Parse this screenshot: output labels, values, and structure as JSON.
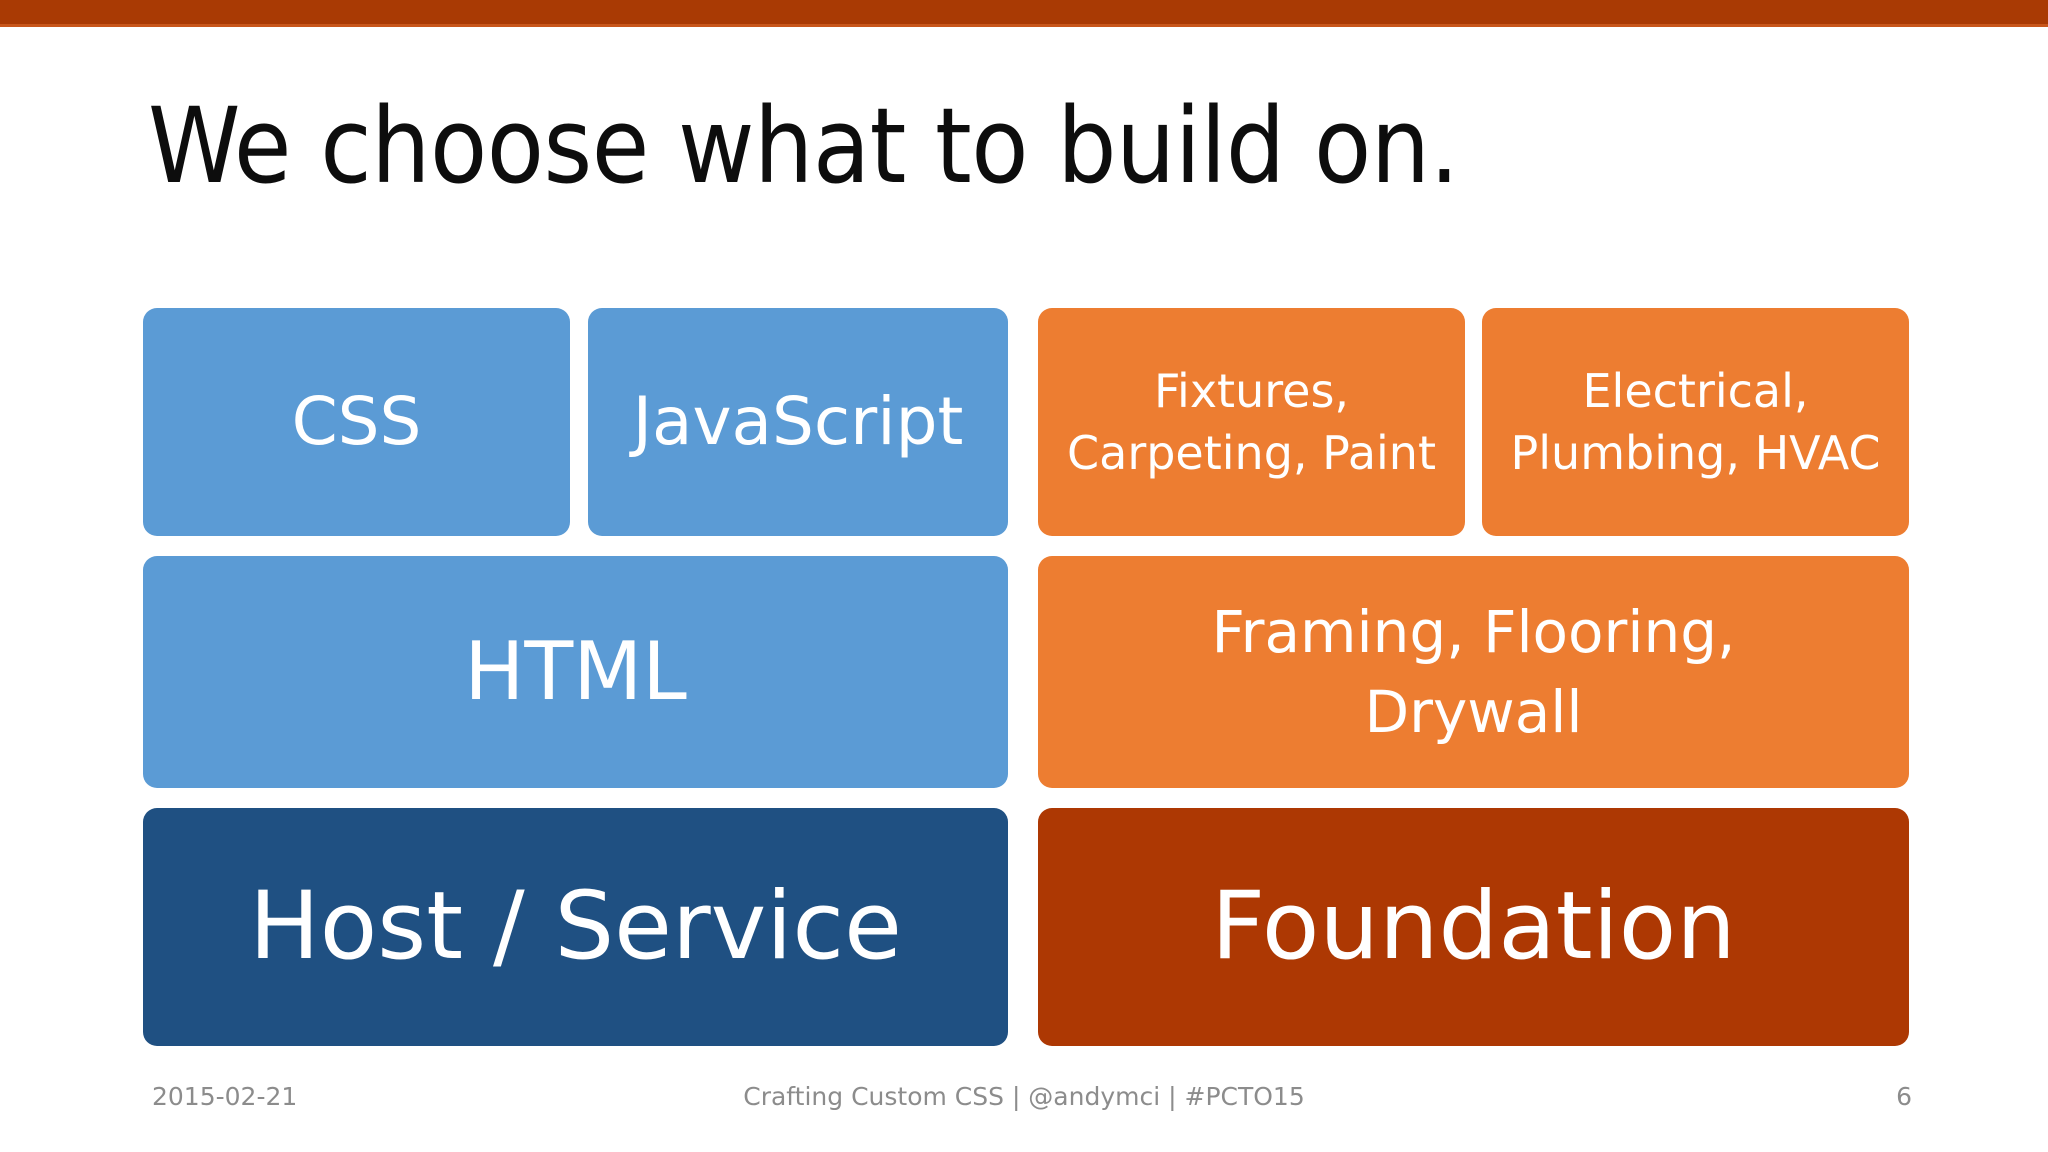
{
  "slide": {
    "title": "We choose what to build on.",
    "accent_bar_color": "#A93A04"
  },
  "colors": {
    "light_blue": "#5B9BD5",
    "dark_blue": "#1F5082",
    "light_orange": "#ED7D31",
    "dark_orange": "#AD3803",
    "title_text": "#0D0D0D",
    "footer_text": "#8C8C8C",
    "box_text": "#FFFFFF"
  },
  "stacks": {
    "web": {
      "row1": [
        {
          "label": "CSS"
        },
        {
          "label": "JavaScript"
        }
      ],
      "row2": {
        "label": "HTML"
      },
      "row3": {
        "label": "Host / Service"
      }
    },
    "building": {
      "row1": [
        {
          "label": "Fixtures,\nCarpeting, Paint"
        },
        {
          "label": "Electrical,\nPlumbing, HVAC"
        }
      ],
      "row2": {
        "label": "Framing, Flooring,\nDrywall"
      },
      "row3": {
        "label": "Foundation"
      }
    }
  },
  "footer": {
    "date": "2015-02-21",
    "center": "Crafting Custom CSS | @andymci | #PCTO15",
    "page_number": "6"
  }
}
